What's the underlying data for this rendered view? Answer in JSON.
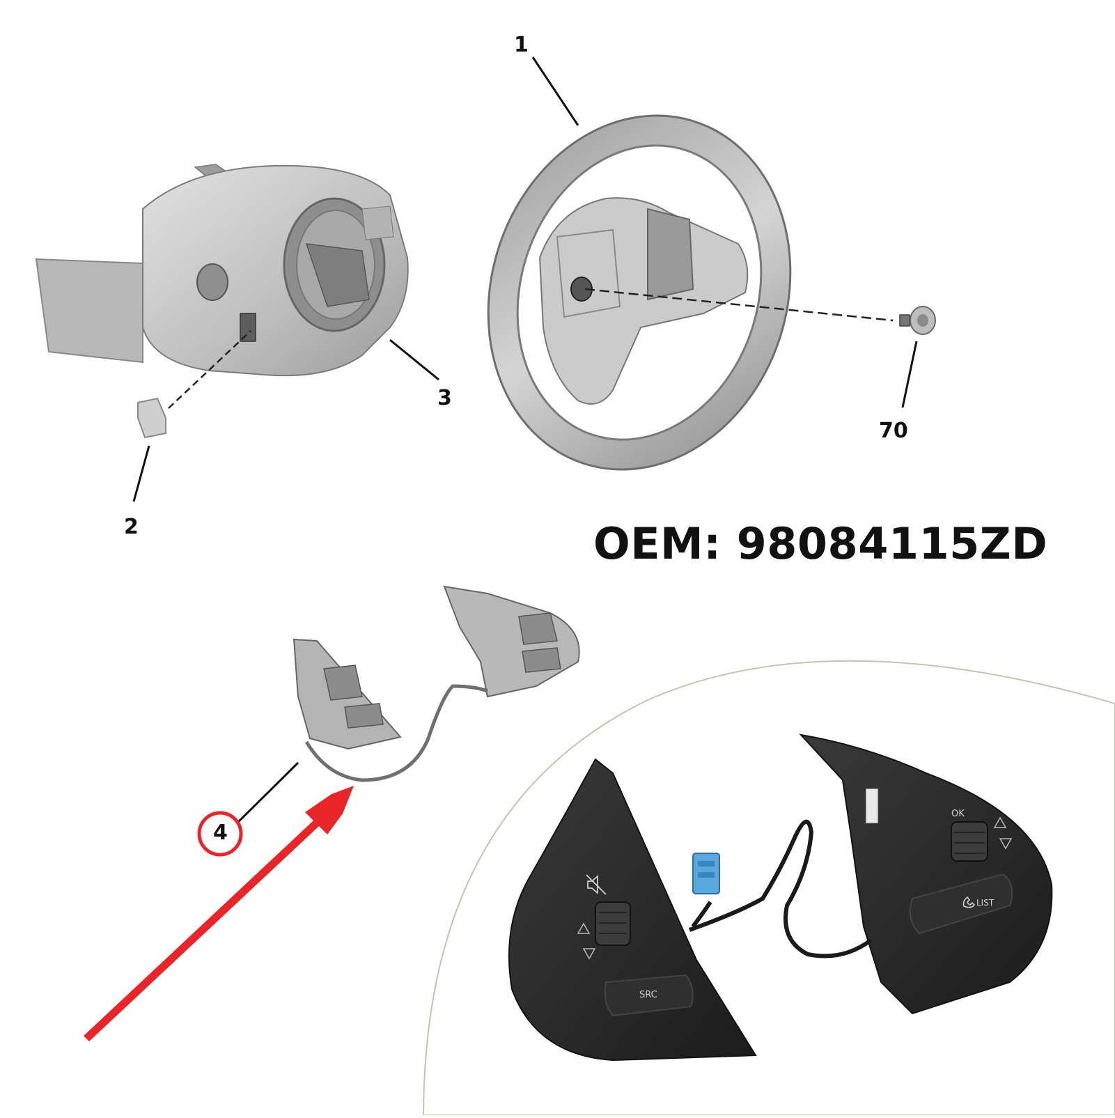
{
  "callouts": {
    "c1": "1",
    "c2": "2",
    "c3": "3",
    "c4": "4",
    "c70": "70"
  },
  "oem_label": "OEM: 98084115ZD",
  "photo_buttons": {
    "ok": "OK",
    "list": "LIST",
    "src": "SRC"
  },
  "colors": {
    "highlight": "#e8262a",
    "part_gray": "#c9c9c9",
    "dark_part": "#2a2a2a"
  },
  "icons": {
    "mute": "mute-icon",
    "phone": "phone-icon",
    "arrow": "red-arrow-icon"
  }
}
